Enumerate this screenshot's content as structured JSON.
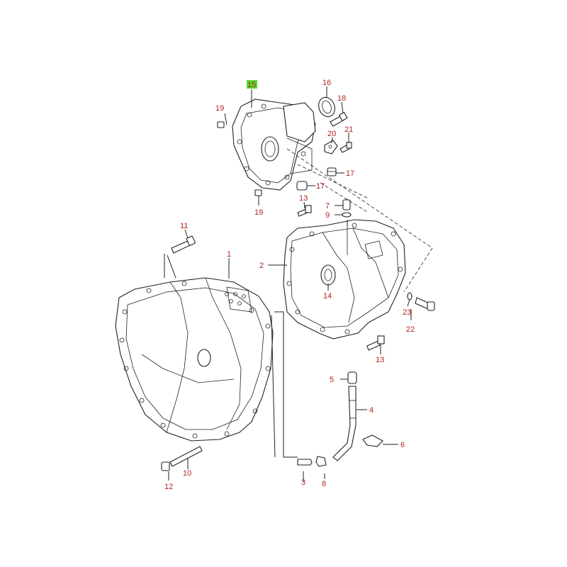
{
  "diagram": {
    "callouts": [
      {
        "id": "c1",
        "label": "1",
        "highlight": false
      },
      {
        "id": "c2",
        "label": "2",
        "highlight": false
      },
      {
        "id": "c3",
        "label": "3",
        "highlight": false
      },
      {
        "id": "c4",
        "label": "4",
        "highlight": false
      },
      {
        "id": "c5",
        "label": "5",
        "highlight": false
      },
      {
        "id": "c6",
        "label": "6",
        "highlight": false
      },
      {
        "id": "c7",
        "label": "7",
        "highlight": false
      },
      {
        "id": "c8",
        "label": "8",
        "highlight": false
      },
      {
        "id": "c9",
        "label": "9",
        "highlight": false
      },
      {
        "id": "c10",
        "label": "10",
        "highlight": false
      },
      {
        "id": "c11",
        "label": "11",
        "highlight": false
      },
      {
        "id": "c12",
        "label": "12",
        "highlight": false
      },
      {
        "id": "c13a",
        "label": "13",
        "highlight": false
      },
      {
        "id": "c13b",
        "label": "13",
        "highlight": false
      },
      {
        "id": "c14",
        "label": "14",
        "highlight": false
      },
      {
        "id": "c15",
        "label": "15",
        "highlight": true
      },
      {
        "id": "c16",
        "label": "16",
        "highlight": false
      },
      {
        "id": "c17a",
        "label": "17",
        "highlight": false
      },
      {
        "id": "c17b",
        "label": "17",
        "highlight": false
      },
      {
        "id": "c18",
        "label": "18",
        "highlight": false
      },
      {
        "id": "c19a",
        "label": "19",
        "highlight": false
      },
      {
        "id": "c19b",
        "label": "19",
        "highlight": false
      },
      {
        "id": "c20",
        "label": "20",
        "highlight": false
      },
      {
        "id": "c21",
        "label": "21",
        "highlight": false
      },
      {
        "id": "c22",
        "label": "22",
        "highlight": false
      },
      {
        "id": "c23",
        "label": "23",
        "highlight": false
      }
    ],
    "colors": {
      "callout_text": "#b22222",
      "highlight": "#55dd33",
      "line": "#222222"
    }
  }
}
